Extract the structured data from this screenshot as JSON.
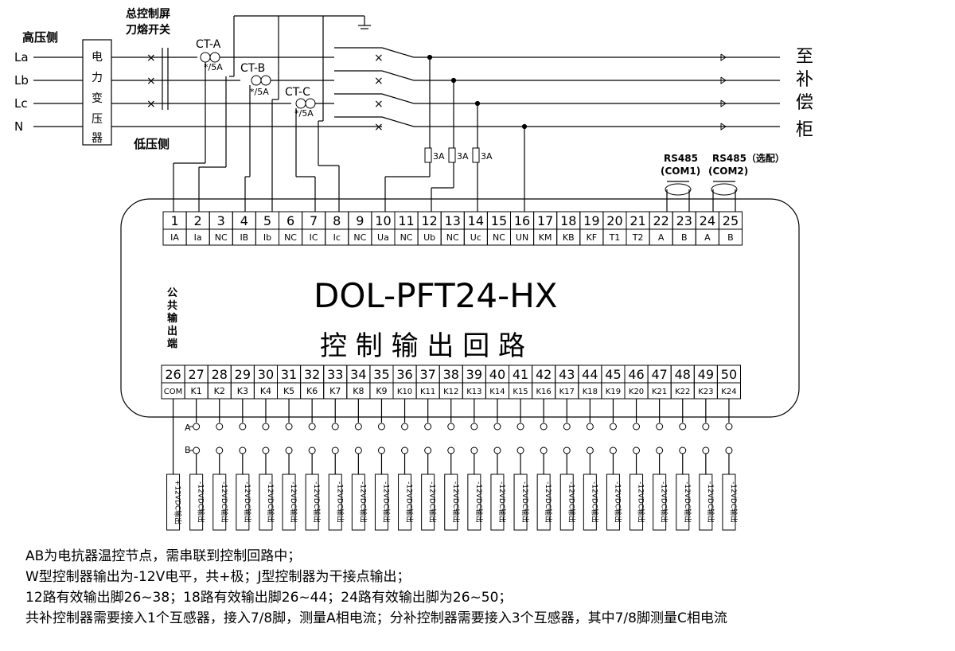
{
  "labels": {
    "high_side": "高压侧",
    "low_side": "低压侧",
    "main_panel_line1": "总控制屏",
    "main_panel_line2": "刀熔开关",
    "transformer": "电力变压器",
    "to_cabinet": "至补偿柜",
    "common_output": "公共输出端",
    "model": "DOL-PFT24-HX",
    "control_output": "控 制 输 出 回 路",
    "rs485_1": "RS485",
    "com1": "(COM1)",
    "rs485_2": "RS485（选配）",
    "com2": "(COM2)",
    "terminal_A": "A",
    "terminal_B": "B"
  },
  "lines": [
    "La",
    "Lb",
    "Lc",
    "N"
  ],
  "cts": [
    {
      "name": "CT-A",
      "ratio": "*/5A"
    },
    {
      "name": "CT-B",
      "ratio": "*/5A"
    },
    {
      "name": "CT-C",
      "ratio": "*/5A"
    }
  ],
  "fuse_label": "3A",
  "top_terminals": [
    {
      "num": "1",
      "label": "IA"
    },
    {
      "num": "2",
      "label": "Ia"
    },
    {
      "num": "3",
      "label": "NC"
    },
    {
      "num": "4",
      "label": "IB"
    },
    {
      "num": "5",
      "label": "Ib"
    },
    {
      "num": "6",
      "label": "NC"
    },
    {
      "num": "7",
      "label": "IC"
    },
    {
      "num": "8",
      "label": "Ic"
    },
    {
      "num": "9",
      "label": "NC"
    },
    {
      "num": "10",
      "label": "Ua"
    },
    {
      "num": "11",
      "label": "NC"
    },
    {
      "num": "12",
      "label": "Ub"
    },
    {
      "num": "13",
      "label": "NC"
    },
    {
      "num": "14",
      "label": "Uc"
    },
    {
      "num": "15",
      "label": "NC"
    },
    {
      "num": "16",
      "label": "UN"
    },
    {
      "num": "17",
      "label": "KM"
    },
    {
      "num": "18",
      "label": "KB"
    },
    {
      "num": "19",
      "label": "KF"
    },
    {
      "num": "20",
      "label": "T1"
    },
    {
      "num": "21",
      "label": "T2"
    },
    {
      "num": "22",
      "label": "A"
    },
    {
      "num": "23",
      "label": "B"
    },
    {
      "num": "24",
      "label": "A"
    },
    {
      "num": "25",
      "label": "B"
    }
  ],
  "bottom_terminals": [
    {
      "num": "26",
      "label": "COM"
    },
    {
      "num": "27",
      "label": "K1"
    },
    {
      "num": "28",
      "label": "K2"
    },
    {
      "num": "29",
      "label": "K3"
    },
    {
      "num": "30",
      "label": "K4"
    },
    {
      "num": "31",
      "label": "K5"
    },
    {
      "num": "32",
      "label": "K6"
    },
    {
      "num": "33",
      "label": "K7"
    },
    {
      "num": "34",
      "label": "K8"
    },
    {
      "num": "35",
      "label": "K9"
    },
    {
      "num": "36",
      "label": "K10"
    },
    {
      "num": "37",
      "label": "K11"
    },
    {
      "num": "38",
      "label": "K12"
    },
    {
      "num": "39",
      "label": "K13"
    },
    {
      "num": "40",
      "label": "K14"
    },
    {
      "num": "41",
      "label": "K15"
    },
    {
      "num": "42",
      "label": "K16"
    },
    {
      "num": "43",
      "label": "K17"
    },
    {
      "num": "44",
      "label": "K18"
    },
    {
      "num": "45",
      "label": "K19"
    },
    {
      "num": "46",
      "label": "K20"
    },
    {
      "num": "47",
      "label": "K21"
    },
    {
      "num": "48",
      "label": "K22"
    },
    {
      "num": "49",
      "label": "K23"
    },
    {
      "num": "50",
      "label": "K24"
    }
  ],
  "output_modules": {
    "common": "+12VDC输出",
    "channel": "-12VDC输出"
  },
  "notes": [
    "AB为电抗器温控节点，需串联到控制回路中；",
    "W型控制器输出为-12V电平，共+极；J型控制器为干接点输出；",
    "12路有效输出脚26~38；18路有效输出脚26~44；24路有效输出脚为26~50；",
    "共补控制器需要接入1个互感器，接入7/8脚，测量A相电流；分补控制器需要接入3个互感器，其中7/8脚测量C相电流"
  ]
}
